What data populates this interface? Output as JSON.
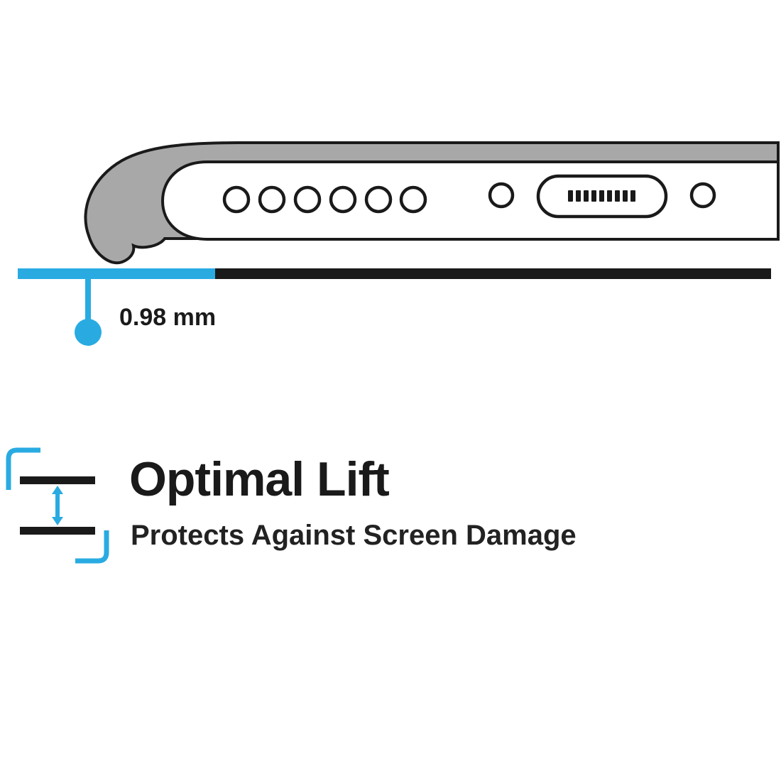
{
  "colors": {
    "accent": "#29ABE2",
    "case_gray": "#A8A8A8",
    "outline": "#1A1A1A"
  },
  "diagram": {
    "measurement_label": "0.98 mm"
  },
  "icons": {
    "lift_gap": "up-down-arrow-icon"
  },
  "feature": {
    "title": "Optimal Lift",
    "subtitle": "Protects Against Screen Damage"
  }
}
